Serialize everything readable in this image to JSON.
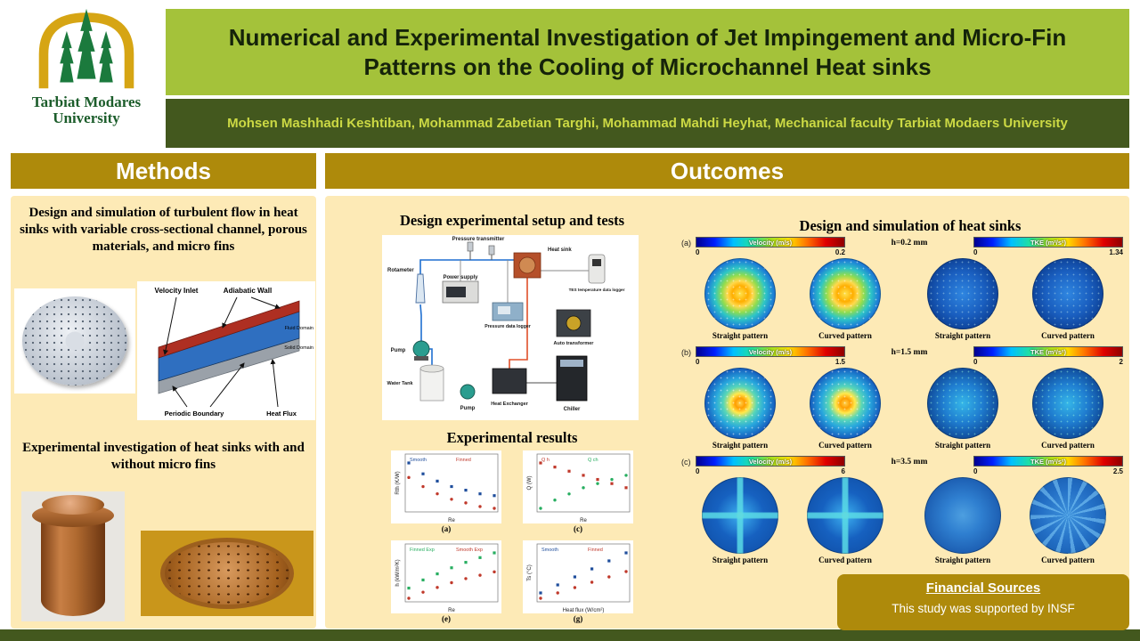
{
  "header": {
    "logo": {
      "line1": "Tarbiat Modares",
      "line2": "University"
    },
    "title": "Numerical and Experimental Investigation of Jet Impingement and Micro-Fin Patterns on the Cooling of Microchannel Heat sinks",
    "authors": "Mohsen Mashhadi Keshtiban, Mohammad Zabetian Targhi, Mohammad Mahdi Heyhat, Mechanical faculty Tarbiat Modaers University"
  },
  "methods": {
    "header": "Methods",
    "paragraph1": "Design and simulation of turbulent flow in heat sinks with variable cross-sectional channel, porous materials, and micro fins",
    "paragraph2": "Experimental investigation of heat sinks with and without micro fins",
    "domain_labels": {
      "velocity_inlet": "Velocity Inlet",
      "adiabatic_wall": "Adiabatic Wall",
      "periodic_boundary": "Periodic Boundary",
      "heat_flux": "Heat Flux",
      "fluid_domain": "Fluid Domain",
      "solid_domain": "Solid Domain"
    }
  },
  "outcomes": {
    "header": "Outcomes",
    "setup": {
      "heading": "Design experimental setup and tests",
      "labels": [
        "Pressure transmitter",
        "Rotameter",
        "Power supply",
        "Heat sink",
        "TES temperature data logger",
        "Pressure data logger",
        "Auto transformer",
        "Pump",
        "Water Tank",
        "Heat Exchanger",
        "Pump",
        "Chiller"
      ]
    },
    "results_heading": "Experimental results",
    "simulation": {
      "heading": "Design and simulation of heat sinks",
      "rows": [
        {
          "caption": "(a)",
          "cb1_title": "Velocity (m/s)",
          "cb1_min": "0",
          "cb1_max": "0.2",
          "h_label": "h=0.2 mm",
          "cb2_title": "TKE (m²/s²)",
          "cb2_min": "0",
          "cb2_max": "1.34",
          "labels": [
            "Straight pattern",
            "Curved pattern",
            "Straight pattern",
            "Curved pattern"
          ]
        },
        {
          "caption": "(b)",
          "cb1_title": "Velocity (m/s)",
          "cb1_min": "0",
          "cb1_max": "1.5",
          "h_label": "h=1.5 mm",
          "cb2_title": "TKE (m²/s²)",
          "cb2_min": "0",
          "cb2_max": "2",
          "labels": [
            "Straight pattern",
            "Curved pattern",
            "Straight pattern",
            "Curved pattern"
          ]
        },
        {
          "caption": "(c)",
          "cb1_title": "Velocity (m/s)",
          "cb1_min": "0",
          "cb1_max": "6",
          "h_label": "h=3.5 mm",
          "cb2_title": "TKE (m²/s²)",
          "cb2_min": "0",
          "cb2_max": "2.5",
          "labels": [
            "Straight pattern",
            "Curved pattern",
            "Straight pattern",
            "Curved pattern"
          ]
        }
      ]
    }
  },
  "financial": {
    "heading": "Financial Sources",
    "body": "This study was supported by INSF"
  },
  "chart_data": [
    {
      "type": "scatter",
      "caption": "(a)",
      "xlabel": "Re",
      "ylabel": "Rth (K/W)",
      "x": [
        4000,
        5500,
        7000,
        8500,
        10000,
        11500,
        13000
      ],
      "series": [
        {
          "name": "Smooth",
          "color": "#1f4e9c",
          "values": [
            0.3,
            0.27,
            0.25,
            0.235,
            0.225,
            0.215,
            0.21
          ]
        },
        {
          "name": "Finned",
          "color": "#c0392b",
          "values": [
            0.26,
            0.235,
            0.215,
            0.2,
            0.19,
            0.18,
            0.175
          ]
        }
      ]
    },
    {
      "type": "scatter",
      "caption": "(c)",
      "xlabel": "Re",
      "ylabel": "Q (W)",
      "x": [
        4000,
        5500,
        7000,
        8500,
        10000,
        11500,
        13000
      ],
      "series": [
        {
          "name": "Q h",
          "color": "#c0392b",
          "values": [
            92,
            90,
            88,
            86,
            84,
            82,
            80
          ]
        },
        {
          "name": "Q ch",
          "color": "#27ae60",
          "values": [
            70,
            74,
            77,
            80,
            82,
            84,
            86
          ]
        }
      ]
    },
    {
      "type": "scatter",
      "caption": "(e)",
      "xlabel": "Re",
      "ylabel": "h (kW/m²K)",
      "x": [
        4000,
        5500,
        7000,
        8500,
        10000,
        11500,
        13000
      ],
      "series": [
        {
          "name": "Finned Exp",
          "color": "#27ae60",
          "values": [
            6.0,
            7.2,
            8.1,
            9.0,
            9.8,
            10.5,
            11.2
          ]
        },
        {
          "name": "Smooth Exp",
          "color": "#c0392b",
          "values": [
            4.5,
            5.4,
            6.1,
            6.8,
            7.4,
            7.9,
            8.4
          ]
        }
      ]
    },
    {
      "type": "scatter",
      "caption": "(g)",
      "xlabel": "Heat flux (W/cm²)",
      "ylabel": "Ts (°C)",
      "x": [
        40,
        60,
        80,
        100,
        120,
        140
      ],
      "series": [
        {
          "name": "Smooth",
          "color": "#1f4e9c",
          "values": [
            35,
            38,
            41,
            44,
            47,
            50
          ]
        },
        {
          "name": "Finned",
          "color": "#c0392b",
          "values": [
            33,
            35,
            37,
            39,
            41,
            43
          ]
        }
      ]
    }
  ]
}
